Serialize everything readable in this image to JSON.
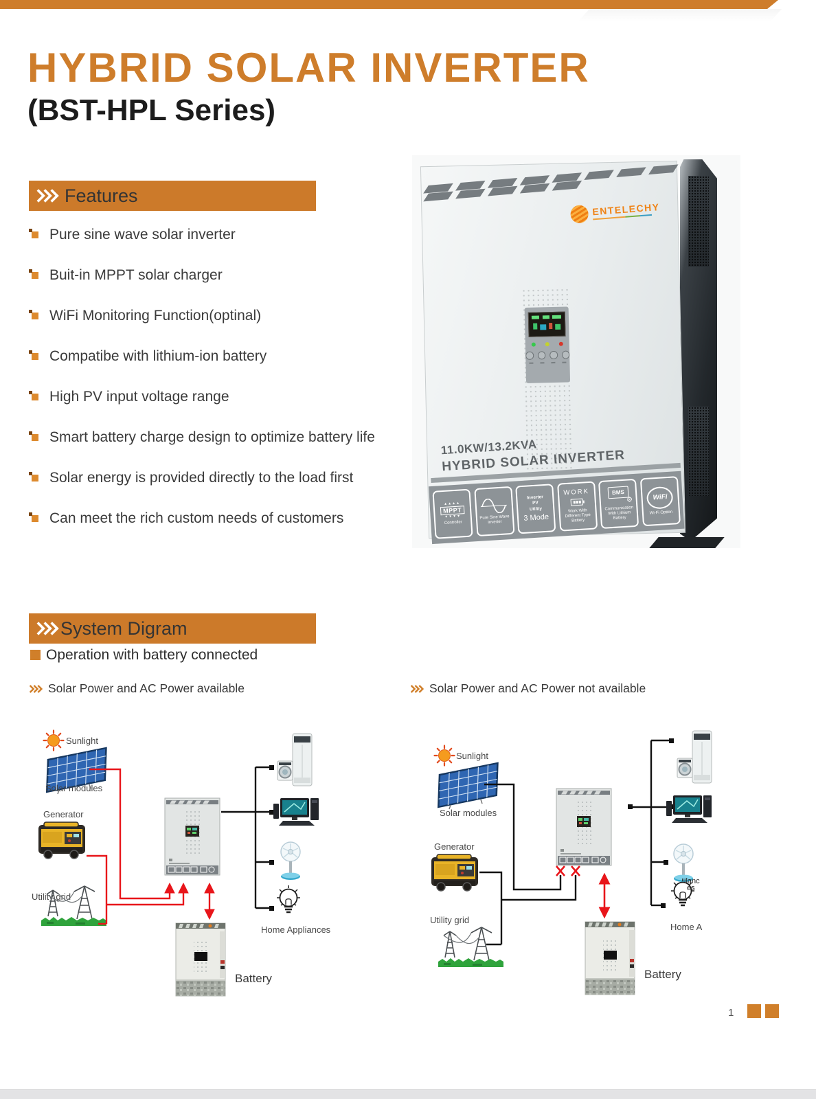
{
  "header": {
    "title": "HYBRID SOLAR INVERTER",
    "subtitle": "(BST-HPL Series)"
  },
  "features": {
    "heading": "Features",
    "items": [
      "Pure sine wave solar inverter",
      "Buit-in MPPT solar charger",
      "WiFi Monitoring Function(optinal)",
      "Compatibe with lithium-ion battery",
      "High PV input voltage range",
      "Smart battery charge design to optimize battery life",
      "Solar energy is provided directly to the load first",
      "Can meet the rich custom needs of customers"
    ]
  },
  "product": {
    "brand": "ENTELECHY",
    "rating": "11.0KW/13.2KVA",
    "name": "HYBRID SOLAR INVERTER",
    "badges": [
      {
        "top": "MPPT",
        "caption": "Controller",
        "arrows_top": "▲▲▲▲",
        "arrows_bottom": "▼▼▼▼"
      },
      {
        "caption": "Pure Sine Wave Inverter"
      },
      {
        "modes": [
          "Inverter",
          "PV",
          "Utility"
        ],
        "big": "3 Mode"
      },
      {
        "top": "WORK",
        "caption": "Work With Different Type Battery"
      },
      {
        "top": "BMS",
        "caption": "Communication With Lithium Battery",
        "gear_glyph": "⚙"
      },
      {
        "top": "WiFi",
        "caption": "Wi-Fi Option"
      }
    ]
  },
  "system": {
    "heading": "System Digram",
    "operation": "Operation with battery connected",
    "left_caption": "Solar Power and AC Power available",
    "right_caption": "Solar Power and AC Power not available",
    "labels": {
      "sunlight": "Sunlight",
      "solar_modules": "Solar modules",
      "generator": "Generator",
      "utility_grid": "Utility grid",
      "home_appliances": "Home Appliances",
      "battery": "Battery",
      "home_partial": "Home A",
      "home_fragment_1": "ilanc",
      "home_fragment_2": "es"
    }
  },
  "footer": {
    "page_number": "1"
  },
  "colors": {
    "accent": "#CE7D2B",
    "wire_red": "#E8151A",
    "wire_black": "#111111",
    "panel_blue": "#2F66B2",
    "generator_yellow": "#E9B427",
    "grass_green": "#2FA33C"
  }
}
